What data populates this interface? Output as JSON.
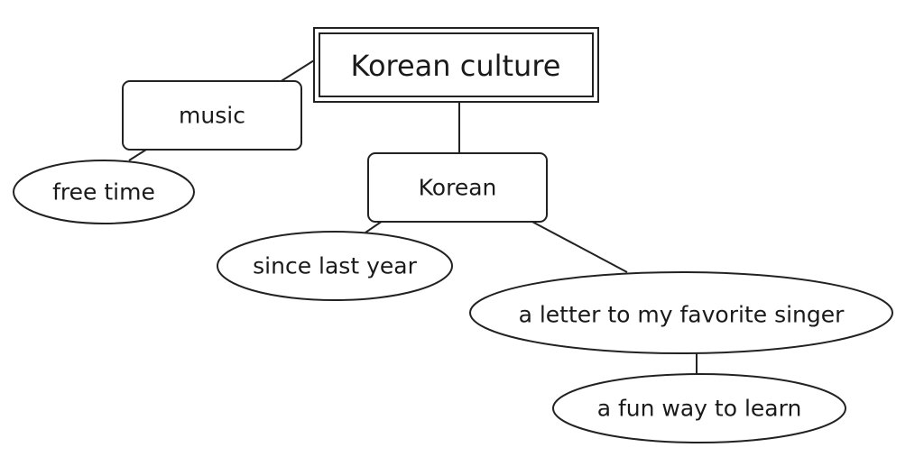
{
  "diagram": {
    "root": {
      "label": "Korean culture"
    },
    "nodes": {
      "music": {
        "label": "music"
      },
      "free_time": {
        "label": "free time"
      },
      "korean": {
        "label": "Korean"
      },
      "since_last_year": {
        "label": "since last year"
      },
      "letter": {
        "label": "a letter to my favorite singer"
      },
      "fun_way": {
        "label": "a fun way to learn"
      }
    },
    "edges": [
      {
        "from": "root",
        "to": "music"
      },
      {
        "from": "music",
        "to": "free_time"
      },
      {
        "from": "root",
        "to": "korean"
      },
      {
        "from": "korean",
        "to": "since_last_year"
      },
      {
        "from": "korean",
        "to": "letter"
      },
      {
        "from": "letter",
        "to": "fun_way"
      }
    ]
  }
}
